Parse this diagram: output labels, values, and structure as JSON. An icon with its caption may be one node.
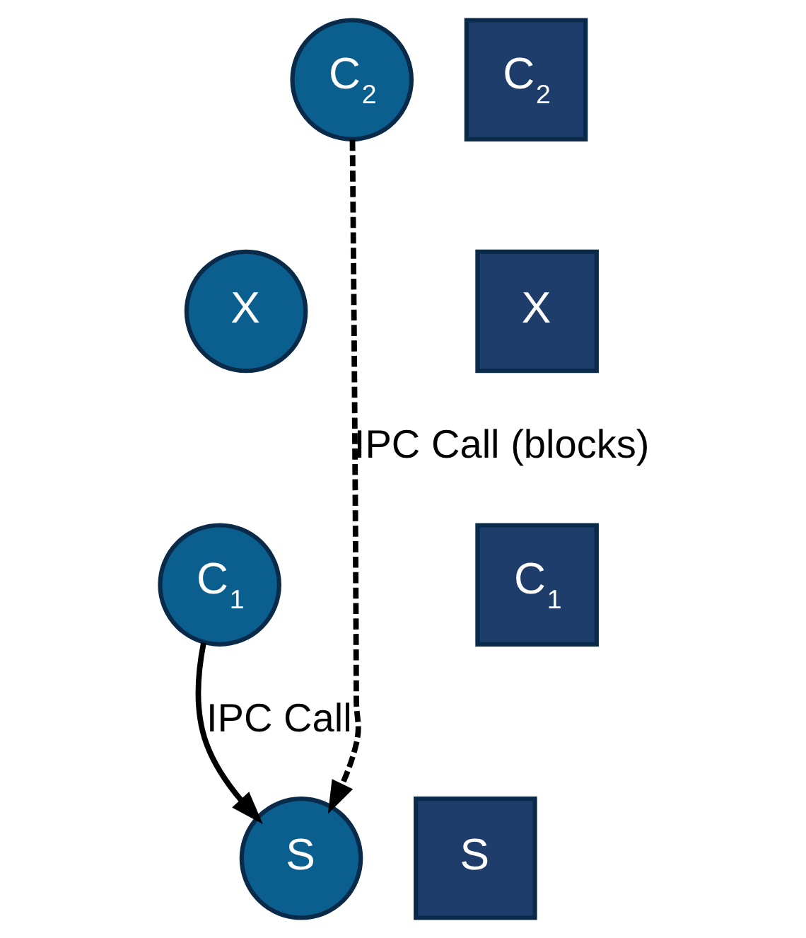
{
  "diagram": {
    "nodes": [
      {
        "text": [
          "C$_{2}$"
        ]
      },
      {
        "text": [
          "C$_{2}$"
        ]
      },
      {
        "text": [
          "X"
        ]
      },
      {
        "text": [
          "X"
        ]
      },
      {
        "text": [
          "C$_{1}$"
        ]
      },
      {
        "text": [
          "C$_{1}$"
        ]
      },
      {
        "text": [
          "S"
        ]
      },
      {
        "text": [
          "S"
        ]
      }
    ],
    "edges": [
      {
        "from": 0,
        "to": 6,
        "arrow": "to",
        "style": "dashed",
        "label": "IPC Call (blocks)"
      },
      {
        "from": 4,
        "to": 6,
        "arrow": "to",
        "label": "IPC Call"
      }
    ]
  }
}
